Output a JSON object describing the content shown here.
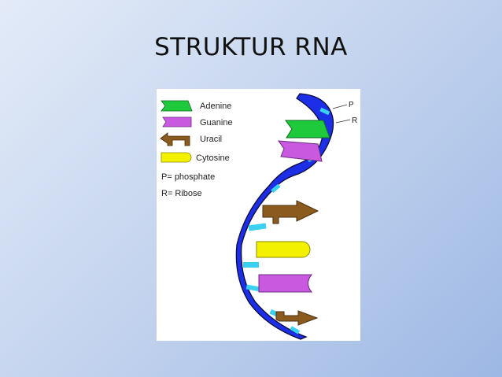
{
  "slide": {
    "title": "STRUKTUR RNA"
  },
  "legend": {
    "adenine": "Adenine",
    "guanine": "Guanine",
    "uracil": "Uracil",
    "cytosine": "Cytosine",
    "phosphate_key": "P= phosphate",
    "ribose_key": "R= Ribose"
  },
  "callouts": {
    "phosphate": "P",
    "ribose": "R"
  },
  "colors": {
    "backbone": "#1c2ee6",
    "ribose_segment": "#3ad0f0",
    "adenine": "#1fc93c",
    "guanine": "#c95ae0",
    "uracil": "#8a5a1e",
    "cytosine": "#f3f000"
  }
}
